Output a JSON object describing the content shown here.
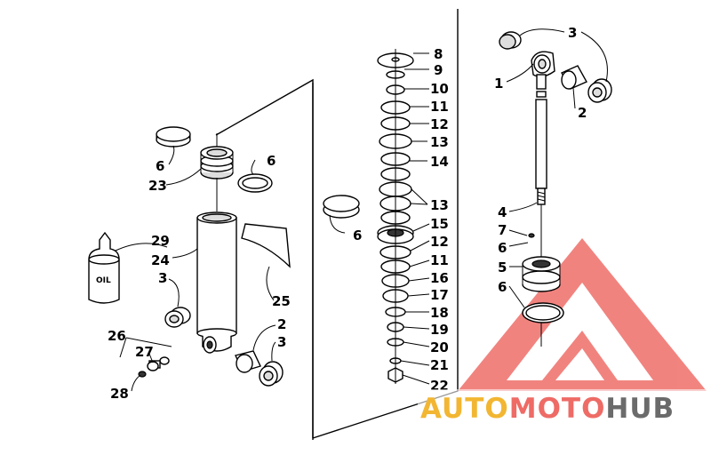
{
  "callouts": {
    "c1": "1",
    "c2a": "2",
    "c2b": "2",
    "c3a": "3",
    "c3b": "3",
    "c3c": "3",
    "c4": "4",
    "c5": "5",
    "c6a": "6",
    "c6b": "6",
    "c6c": "6",
    "c6d": "6",
    "c6e": "6",
    "c7": "7",
    "c8": "8",
    "c9": "9",
    "c10": "10",
    "c11a": "11",
    "c11b": "11",
    "c12a": "12",
    "c12b": "12",
    "c13a": "13",
    "c13b": "13",
    "c14": "14",
    "c15": "15",
    "c16": "16",
    "c17": "17",
    "c18": "18",
    "c19": "19",
    "c20": "20",
    "c21": "21",
    "c22": "22",
    "c23": "23",
    "c24": "24",
    "c25": "25",
    "c26": "26",
    "c27": "27",
    "c28": "28",
    "c29": "29"
  },
  "oil_label": "OIL",
  "watermark": {
    "auto": "AUTO",
    "moto": "MOTO",
    "hub": "HUB",
    "colors": {
      "auto": "#f2b632",
      "moto": "#ee6b66",
      "hub": "#6b6b6b"
    }
  }
}
